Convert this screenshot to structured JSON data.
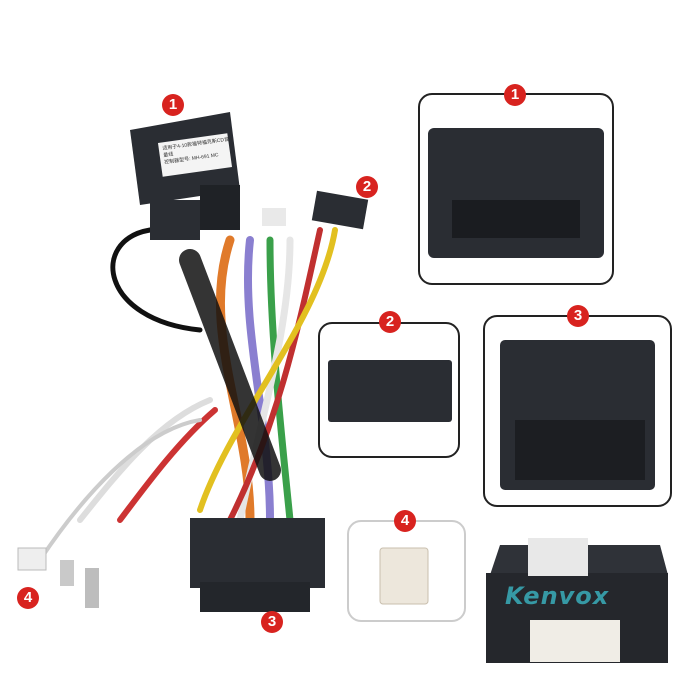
{
  "callouts": [
    {
      "number": "1",
      "part": "main-connector"
    },
    {
      "number": "2",
      "part": "16-pin-connector"
    },
    {
      "number": "3",
      "part": "quadlock-connector"
    },
    {
      "number": "4",
      "part": "small-white-plug"
    }
  ],
  "module_label": {
    "line1": "适用于4-10款福特福克斯CD音量线",
    "line2": "控制器型号: MH-691 MC"
  },
  "watermark": "Kenvox",
  "colors": {
    "badge": "#d8231f",
    "watermark": "#3bb6c4",
    "connector": "#2a2d33"
  }
}
